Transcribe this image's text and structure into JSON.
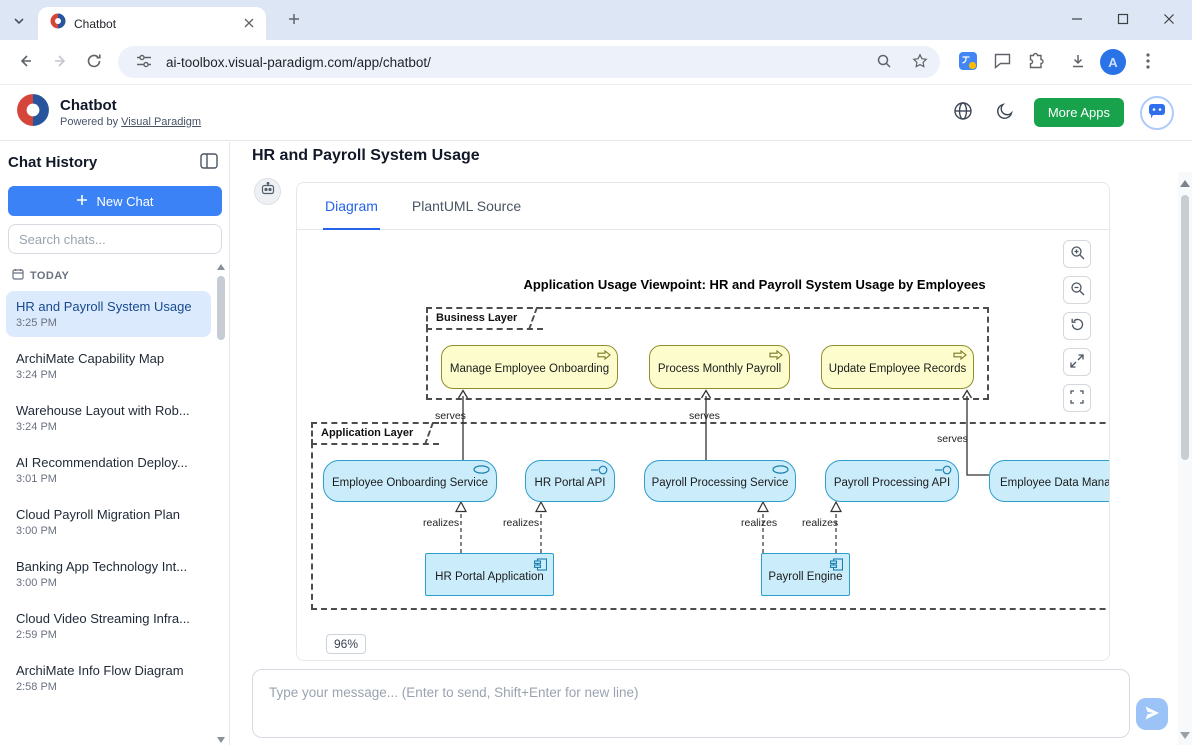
{
  "browser": {
    "tab_title": "Chatbot",
    "url": "ai-toolbox.visual-paradigm.com/app/chatbot/",
    "profile_initial": "A"
  },
  "header": {
    "app_name": "Chatbot",
    "powered_by_prefix": "Powered by ",
    "powered_by_link": "Visual Paradigm",
    "more_apps_label": "More Apps"
  },
  "sidebar": {
    "title": "Chat History",
    "new_chat_label": "New Chat",
    "search_placeholder": "Search chats...",
    "section_label": "TODAY",
    "chats": [
      {
        "title": "HR and Payroll System Usage",
        "time": "3:25 PM",
        "selected": true
      },
      {
        "title": "ArchiMate Capability Map",
        "time": "3:24 PM",
        "selected": false
      },
      {
        "title": "Warehouse Layout with Rob...",
        "time": "3:24 PM",
        "selected": false
      },
      {
        "title": "AI Recommendation Deploy...",
        "time": "3:01 PM",
        "selected": false
      },
      {
        "title": "Cloud Payroll Migration Plan",
        "time": "3:00 PM",
        "selected": false
      },
      {
        "title": "Banking App Technology Int...",
        "time": "3:00 PM",
        "selected": false
      },
      {
        "title": "Cloud Video Streaming Infra...",
        "time": "2:59 PM",
        "selected": false
      },
      {
        "title": "ArchiMate Info Flow Diagram",
        "time": "2:58 PM",
        "selected": false
      }
    ]
  },
  "main": {
    "page_title": "HR and Payroll System Usage",
    "tabs": [
      {
        "label": "Diagram",
        "active": true
      },
      {
        "label": "PlantUML Source",
        "active": false
      }
    ],
    "zoom_level": "96%",
    "composer_placeholder": "Type your message... (Enter to send, Shift+Enter for new line)"
  },
  "diagram": {
    "title": "Application Usage Viewpoint: HR and Payroll System Usage by Employees",
    "groups": [
      {
        "label": "Business Layer"
      },
      {
        "label": "Application Layer"
      }
    ],
    "business_processes": [
      "Manage Employee Onboarding",
      "Process Monthly Payroll",
      "Update Employee Records"
    ],
    "application_services": [
      "Employee Onboarding Service",
      "HR Portal API",
      "Payroll Processing Service",
      "Payroll Processing API",
      "Employee Data Manag"
    ],
    "application_components": [
      "HR Portal Application",
      "Payroll Engine"
    ],
    "relationships": {
      "serves_label": "serves",
      "realizes_label": "realizes"
    }
  }
}
